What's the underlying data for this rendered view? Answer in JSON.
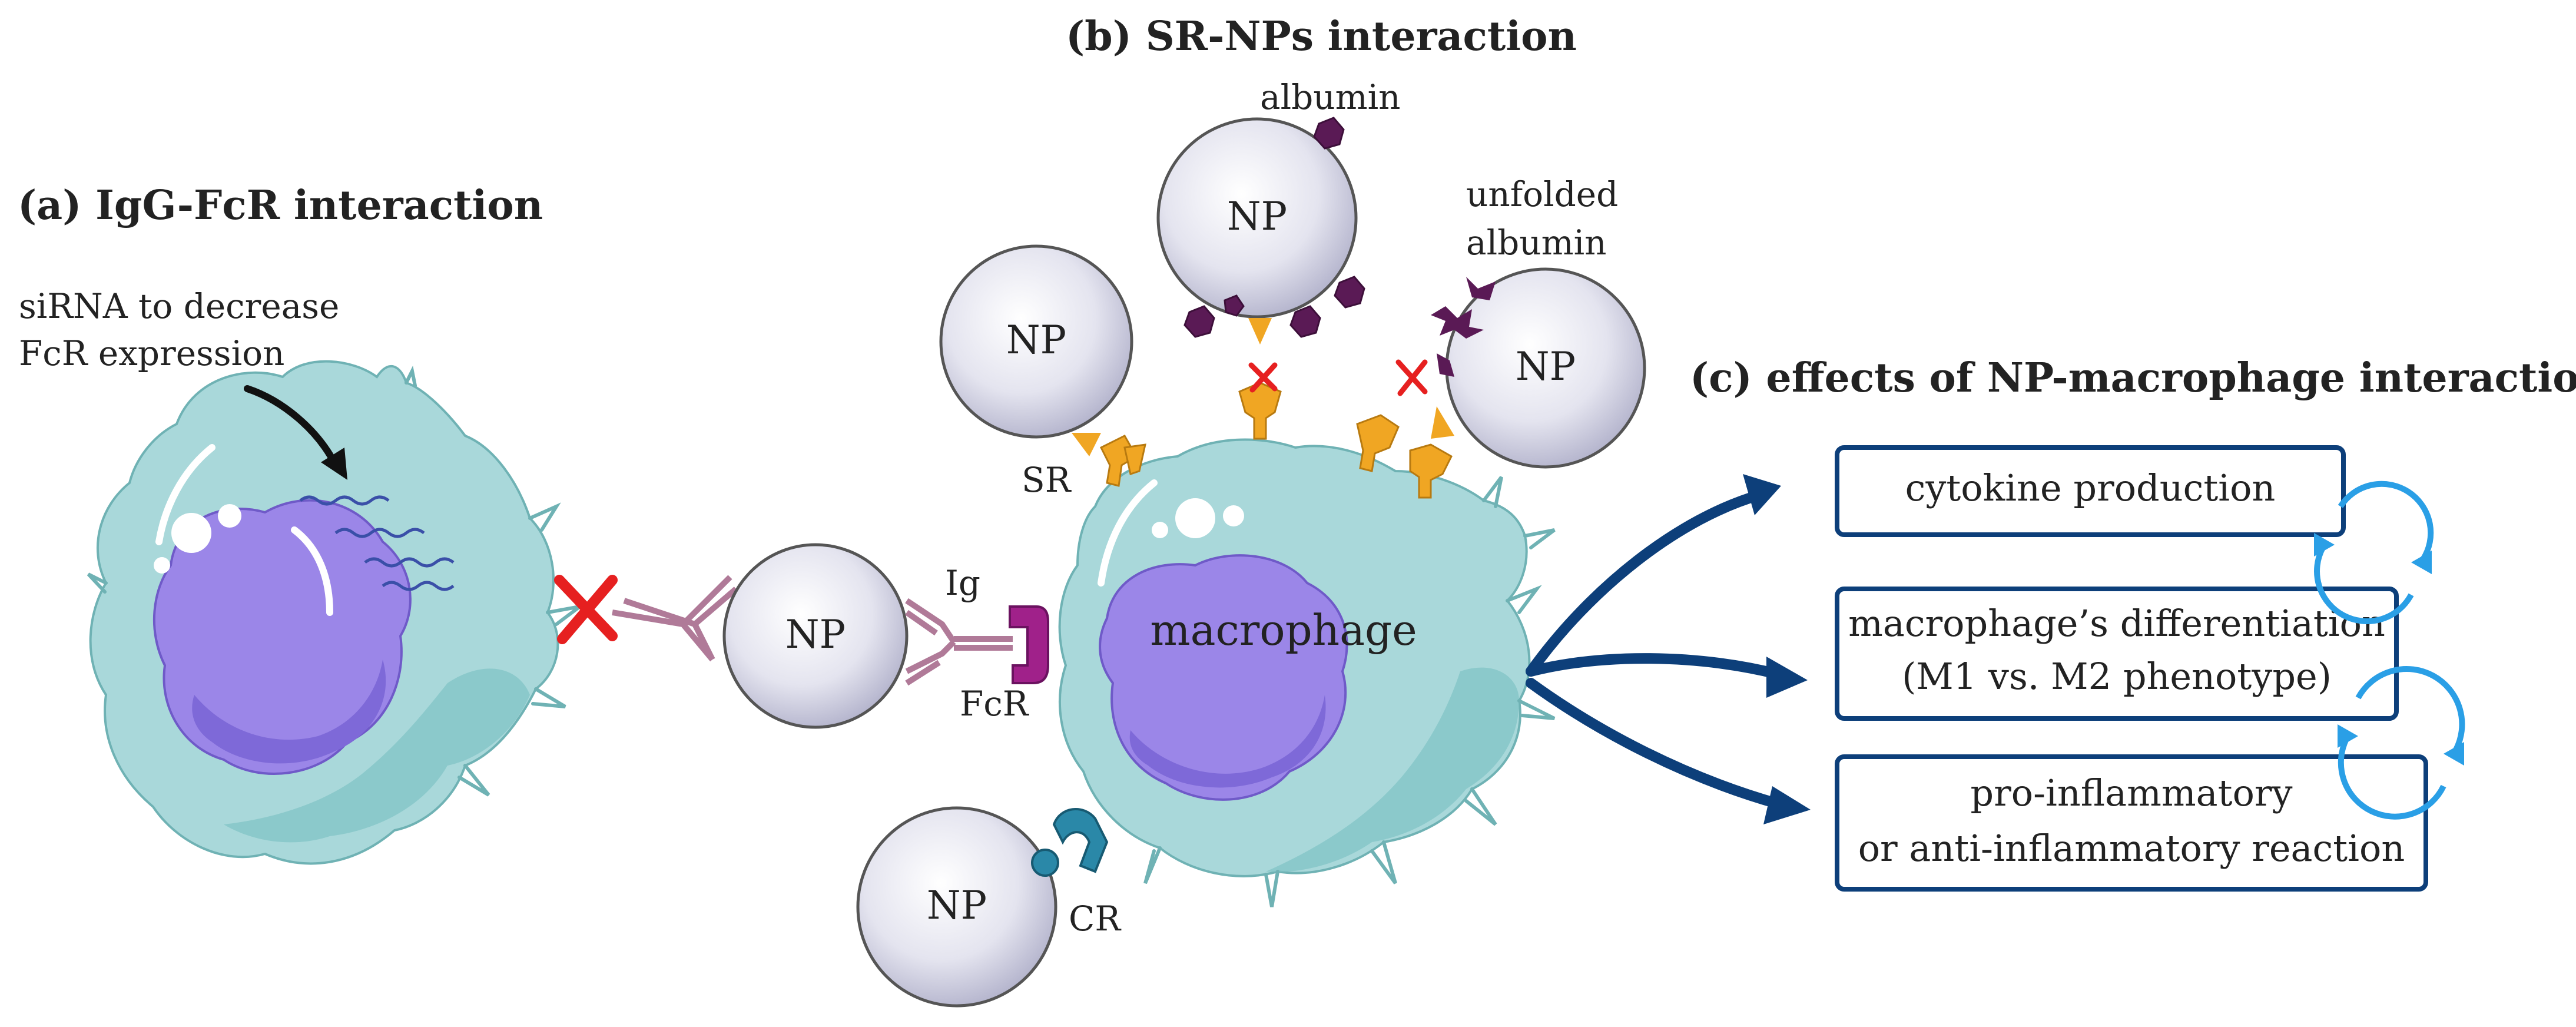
{
  "titles": {
    "a": "(a) IgG-FcR interaction",
    "b": "(b) SR-NPs interaction",
    "c": "(c) effects of NP-macrophage interaction"
  },
  "labels": {
    "sirna_line1": "siRNA to decrease",
    "sirna_line2": "FcR expression",
    "np": "NP",
    "ig": "Ig",
    "fcr": "FcR",
    "sr": "SR",
    "cr": "CR",
    "albumin": "albumin",
    "unfolded_line1": "unfolded",
    "unfolded_line2": "albumin",
    "macrophage": "macrophage"
  },
  "effects": [
    {
      "line1": "cytokine production",
      "line2": ""
    },
    {
      "line1": "macrophage’s differentiation",
      "line2": "(M1 vs. M2 phenotype)"
    },
    {
      "line1": "pro-inflammatory",
      "line2": "or anti-inflammatory reaction"
    }
  ],
  "colors": {
    "cell_fill": "#a9d8da",
    "cell_shade": "#7fc3c4",
    "nucleus": "#9b86e8",
    "nucleus_shade": "#7e69d8",
    "np_fill": "#d9d9e8",
    "receptor": "#f0a623",
    "fcr": "#9b1f86",
    "cr": "#2a88a8",
    "albumin": "#5a1a55",
    "arrow": "#0d3f7a",
    "cycle": "#2a9fe6",
    "box_border": "#0d3f7a",
    "cross": "#e62020",
    "antibody": "#c08ca8"
  },
  "icons": [
    "arrow-icon",
    "cycle-icon",
    "cross-icon"
  ]
}
